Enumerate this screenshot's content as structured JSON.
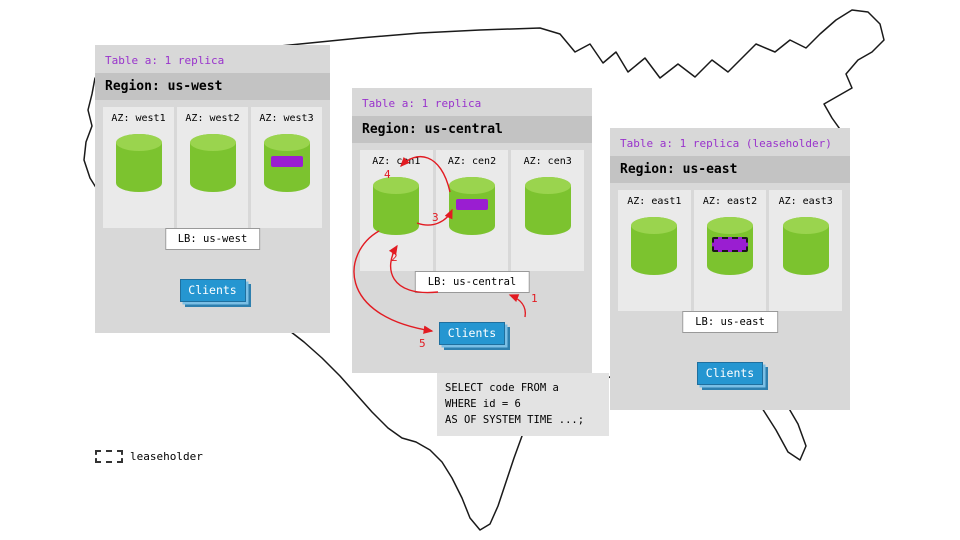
{
  "colors": {
    "panel_bg": "#d8d8d8",
    "region_band": "#c3c3c3",
    "az_bg": "#eaeaea",
    "cylinder_green": "#7cc32f",
    "cylinder_top_green": "#9ad44e",
    "replica_purple": "#9a1ed1",
    "clients_blue": "#2596d1",
    "arrow_red": "#e21b22",
    "table_label_purple": "#9933cc"
  },
  "regions": [
    {
      "table_label": "Table a: 1 replica",
      "region_label": "Region: us-west",
      "azs": [
        {
          "label": "AZ: west1"
        },
        {
          "label": "AZ: west2"
        },
        {
          "label": "AZ: west3"
        }
      ],
      "lb_label": "LB: us-west",
      "clients_label": "Clients"
    },
    {
      "table_label": "Table a: 1 replica",
      "region_label": "Region: us-central",
      "azs": [
        {
          "label": "AZ: cen1"
        },
        {
          "label": "AZ: cen2"
        },
        {
          "label": "AZ: cen3"
        }
      ],
      "lb_label": "LB: us-central",
      "clients_label": "Clients"
    },
    {
      "table_label": "Table a: 1 replica (leaseholder)",
      "region_label": "Region: us-east",
      "azs": [
        {
          "label": "AZ: east1"
        },
        {
          "label": "AZ: east2"
        },
        {
          "label": "AZ: east3"
        }
      ],
      "lb_label": "LB: us-east",
      "clients_label": "Clients"
    }
  ],
  "query": {
    "line1": "SELECT code FROM a",
    "line2": "WHERE id = 6",
    "line3": "AS OF SYSTEM TIME ...;"
  },
  "steps": {
    "s1": "1",
    "s2": "2",
    "s3": "3",
    "s4": "4",
    "s5": "5"
  },
  "legend": {
    "label": "leaseholder"
  }
}
